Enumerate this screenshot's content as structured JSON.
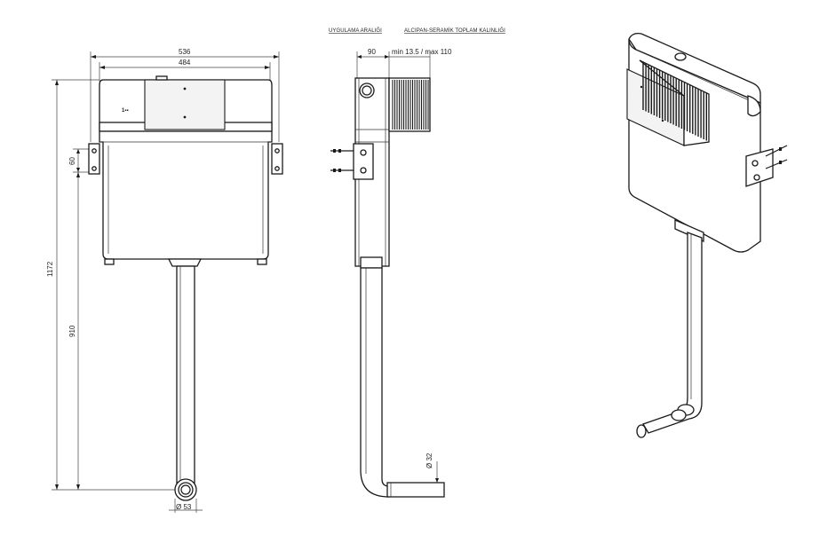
{
  "header": {
    "label_1": "UYGULAMA ARALIĞI",
    "label_2": "ALCIPAN-SERAMİK TOPLAM KALINLIĞI"
  },
  "front_view": {
    "width_outer": "536",
    "width_inner": "484",
    "height_total": "1172",
    "height_pipe": "910",
    "bracket_spacing": "60",
    "outlet_diameter": "Ø 53",
    "logo_text": "1▪▪"
  },
  "side_view": {
    "depth": "90",
    "wall_range": "min 13.5 / max 110",
    "pipe_diameter": "Ø 32"
  }
}
